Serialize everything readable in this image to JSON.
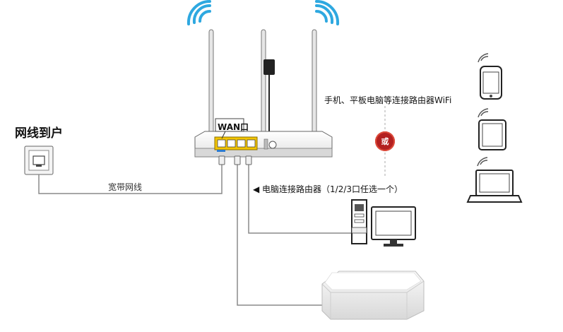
{
  "labels": {
    "wall_jack": "网线到户",
    "broadband_cable": "宽带网线",
    "wan_port": "WAN口",
    "pc_connection": "◀ 电脑连接路由器（1/2/3口任选一个）",
    "wifi_devices": "手机、平板电脑等连接路由器WiFi",
    "or_badge": "或"
  },
  "icons": [
    "wifi-signal-icon",
    "router-device",
    "power-adapter-icon",
    "wall-socket-icon",
    "phone-icon",
    "tablet-icon",
    "laptop-icon",
    "desktop-tower-icon",
    "monitor-icon",
    "set-top-box-icon"
  ],
  "colors": {
    "wifi_signal": "#2ea8e0",
    "lan_ports": "#f2c400",
    "or_badge": "#b32020",
    "cable": "#888888"
  }
}
